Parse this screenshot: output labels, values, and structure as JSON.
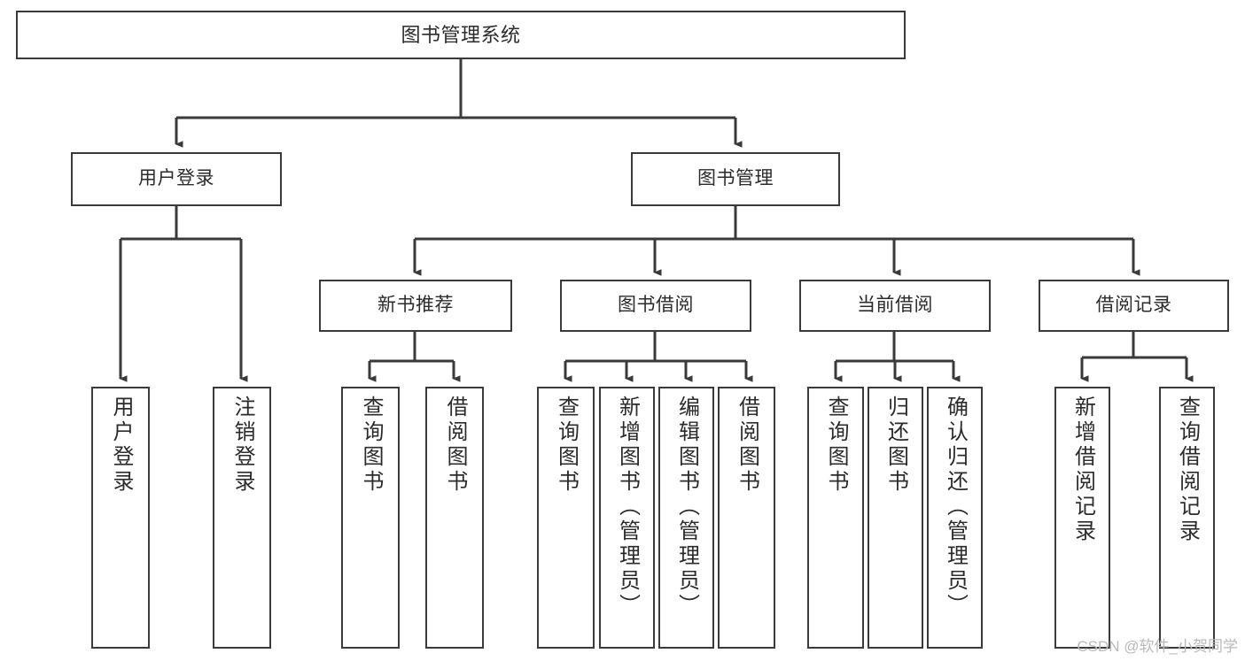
{
  "diagram": {
    "type": "tree-hierarchy",
    "title": "图书管理系统",
    "stroke_color": "#3a3a3a",
    "text_color": "#2b2b2b",
    "background_color": "#ffffff",
    "nodes": {
      "root": {
        "label": "图书管理系统"
      },
      "level1": [
        {
          "id": "user-login",
          "label": "用户登录"
        },
        {
          "id": "book-manage",
          "label": "图书管理"
        }
      ],
      "level2": [
        {
          "id": "new-book-recommend",
          "label": "新书推荐"
        },
        {
          "id": "book-borrow",
          "label": "图书借阅"
        },
        {
          "id": "current-borrow",
          "label": "当前借阅"
        },
        {
          "id": "borrow-record",
          "label": "借阅记录"
        }
      ],
      "leaves": {
        "user-login": [
          {
            "id": "leaf-user-login",
            "label": "用户登录"
          },
          {
            "id": "leaf-logout-login",
            "label": "注销登录"
          }
        ],
        "new-book-recommend": [
          {
            "id": "leaf-query-book-1",
            "label": "查询图书"
          },
          {
            "id": "leaf-borrow-book-1",
            "label": "借阅图书"
          }
        ],
        "book-borrow": [
          {
            "id": "leaf-query-book-2",
            "label": "查询图书"
          },
          {
            "id": "leaf-add-book",
            "label": "新增图书（管理员）"
          },
          {
            "id": "leaf-edit-book",
            "label": "编辑图书（管理员）"
          },
          {
            "id": "leaf-borrow-book-2",
            "label": "借阅图书"
          }
        ],
        "current-borrow": [
          {
            "id": "leaf-query-book-3",
            "label": "查询图书"
          },
          {
            "id": "leaf-return-book",
            "label": "归还图书"
          },
          {
            "id": "leaf-confirm-return",
            "label": "确认归还（管理员）"
          }
        ],
        "borrow-record": [
          {
            "id": "leaf-add-record",
            "label": "新增借阅记录"
          },
          {
            "id": "leaf-query-record",
            "label": "查询借阅记录"
          }
        ]
      }
    }
  },
  "watermark": {
    "text": "CSDN @软件_小贺同学"
  }
}
